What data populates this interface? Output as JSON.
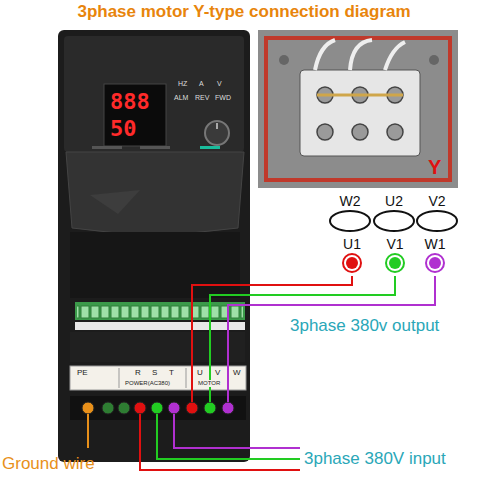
{
  "diagram": {
    "title": "3phase motor Y-type connection diagram",
    "nodes": [
      {
        "text": [
          "W2"
        ]
      },
      {
        "text": [
          "U2"
        ]
      },
      {
        "text": [
          "V2"
        ]
      },
      {
        "text": [
          "U1"
        ]
      },
      {
        "text": [
          "V1"
        ]
      },
      {
        "text": [
          "W1"
        ]
      }
    ],
    "labels": [
      "HZ",
      "A",
      "V",
      "ALM",
      "REV",
      "FWD",
      "888",
      "50",
      "Y",
      "PE",
      "R",
      "S",
      "T",
      "POWER(AC380)",
      "U",
      "V",
      "W",
      "MOTOR",
      "3phase 380v output",
      "Ground wire",
      "3phase 380V input"
    ]
  }
}
